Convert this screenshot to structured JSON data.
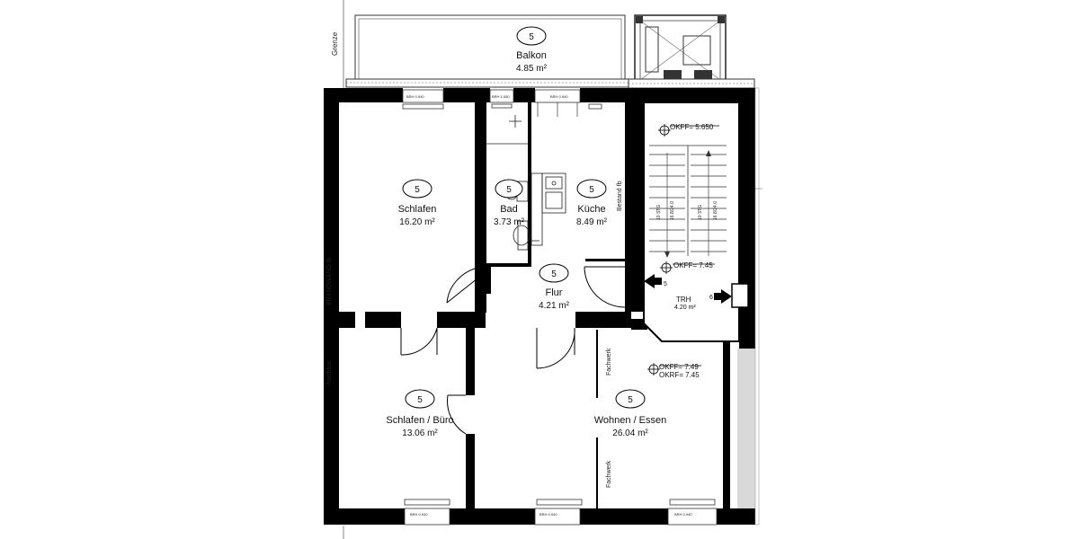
{
  "side_labels": {
    "grenze": "Grenze",
    "brandwand": "BRANDWAND fb",
    "nachbar": "Nachbar",
    "bestand": "Bestand fb",
    "fachwerk_top": "Fachwerk",
    "fachwerk_bottom": "Fachwerk"
  },
  "rooms": {
    "balkon": {
      "badge": "5",
      "name": "Balkon",
      "area": "4.85 m²"
    },
    "schlafen": {
      "badge": "5",
      "name": "Schlafen",
      "area": "16.20 m²"
    },
    "bad": {
      "badge": "5",
      "name": "Bad",
      "area": "3.73 m²"
    },
    "kueche": {
      "badge": "5",
      "name": "Küche",
      "area": "8.49 m²"
    },
    "flur": {
      "badge": "5",
      "name": "Flur",
      "area": "4.21 m²"
    },
    "buero": {
      "badge": "5",
      "name": "Schlafen / Büro",
      "area": "13.06 m²"
    },
    "wohnen": {
      "badge": "5",
      "name": "Wohnen / Essen",
      "area": "26.04 m²"
    },
    "trh": {
      "name": "TRH",
      "area": "4.20 m²",
      "badge": "6"
    }
  },
  "levels": {
    "okff_top": "OKFF= 5.650",
    "okff_mid": "OKFF= 7.45",
    "okff_wohnen": "OKFF= 7.49",
    "okrf_wohnen": "OKRF= 7.45"
  },
  "stairs": {
    "left_count": "10 STG",
    "left_dim": "16.8/24.0",
    "right_count": "10 STG",
    "right_dim": "16.8/24.0",
    "landing_num": "5"
  },
  "windows": {
    "brh": "BRH 0.940",
    "brh_bad": "BRH 1.050",
    "brh_kueche": "BRH 0.940"
  }
}
